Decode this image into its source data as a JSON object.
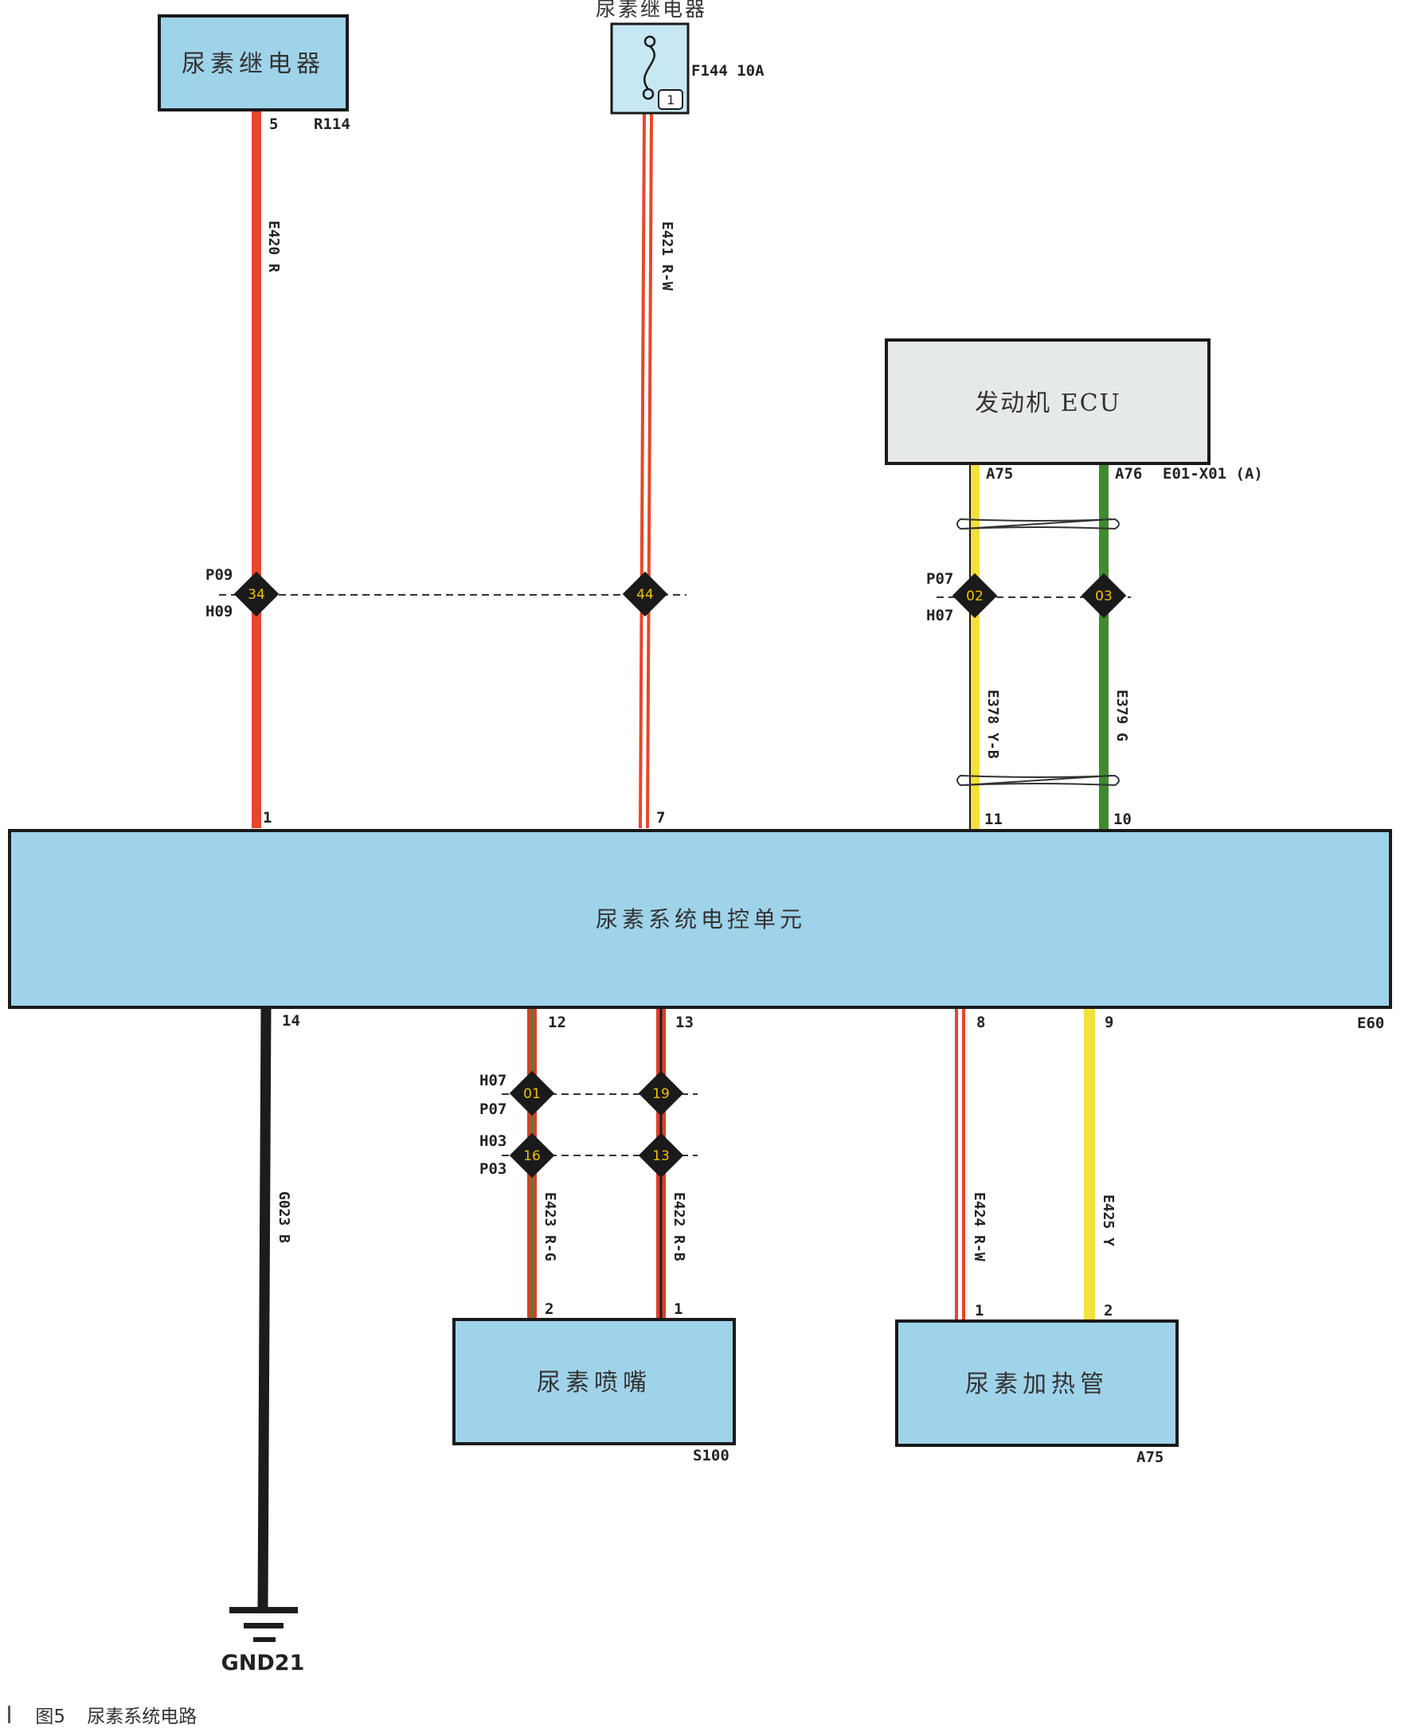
{
  "colors": {
    "box_fill": "#9fd3ea",
    "ecu_fill": "#e6e9ea",
    "red": "#e8462a",
    "yellow": "#f4e13a",
    "green": "#3f8a2e",
    "black": "#1c1c1c",
    "connector": "#1a1a1a"
  },
  "components": {
    "urea_relay": {
      "label": "尿素继电器",
      "code": "R114",
      "pin": "5"
    },
    "fuse": {
      "title": "尿素继电器",
      "name": "F144 10A",
      "index": "1"
    },
    "engine_ecu": {
      "label": "发动机 ECU",
      "pin_a": "A75",
      "pin_b": "A76",
      "connector": "E01-X01 (A)"
    },
    "control_unit": {
      "label": "尿素系统电控单元",
      "code": "E60",
      "pins": {
        "p1": "1",
        "p7": "7",
        "p11": "11",
        "p10": "10",
        "p14": "14",
        "p12": "12",
        "p13": "13",
        "p8": "8",
        "p9": "9"
      }
    },
    "injector": {
      "label": "尿素喷嘴",
      "code": "S100",
      "pin2": "2",
      "pin1": "1"
    },
    "heater": {
      "label": "尿素加热管",
      "code": "A75",
      "pin1": "1",
      "pin2": "2"
    },
    "ground": {
      "label": "GND21"
    }
  },
  "wires": {
    "e420": "E420 R",
    "e421": "E421 R-W",
    "e378": "E378 Y-B",
    "e379": "E379 G",
    "g023": "G023 B",
    "e423": "E423 R-G",
    "e422": "E422 R-B",
    "e424": "E424 R-W",
    "e425": "E425 Y"
  },
  "connectors": {
    "upper_left": {
      "top": "P09",
      "bottom": "H09",
      "c34": "34",
      "c44": "44"
    },
    "upper_right": {
      "top": "P07",
      "bottom": "H07",
      "c02": "02",
      "c03": "03"
    },
    "lower_a": {
      "top": "H07",
      "bottom": "P07",
      "c01": "01",
      "c19": "19"
    },
    "lower_b": {
      "top": "H03",
      "bottom": "P03",
      "c16": "16",
      "c13": "13"
    }
  },
  "caption": {
    "figure": "图5",
    "title": "尿素系统电路"
  }
}
